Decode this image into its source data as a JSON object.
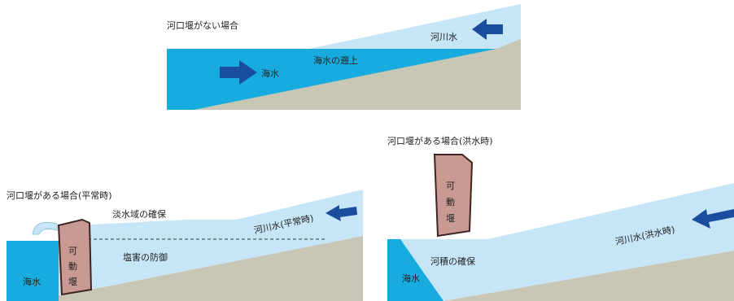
{
  "top": {
    "caption": "河口堰がない場合",
    "sea_label": "海水",
    "river_label": "河川水",
    "intrusion_label": "海水の遡上"
  },
  "bottom_left": {
    "caption": "河口堰がある場合(平常時)",
    "freshwater_label": "淡水域の確保",
    "salt_label": "塩害の防御",
    "river_label": "河川水(平常時)",
    "sea_label": "海水",
    "gate_chars": [
      "可",
      "動",
      "堰"
    ]
  },
  "bottom_right": {
    "caption": "河口堰がある場合(洪水時)",
    "channel_label": "河積の確保",
    "river_label": "河川水(洪水時)",
    "sea_label": "海水",
    "gate_chars": [
      "可",
      "動",
      "堰"
    ]
  },
  "colors": {
    "sea": "#17abe0",
    "river": "#c6e5f6",
    "ground": "#c8c6b4",
    "arrow": "#1a4d9c",
    "gate_fill": "#c99a94",
    "gate_stroke": "#3d2520"
  }
}
